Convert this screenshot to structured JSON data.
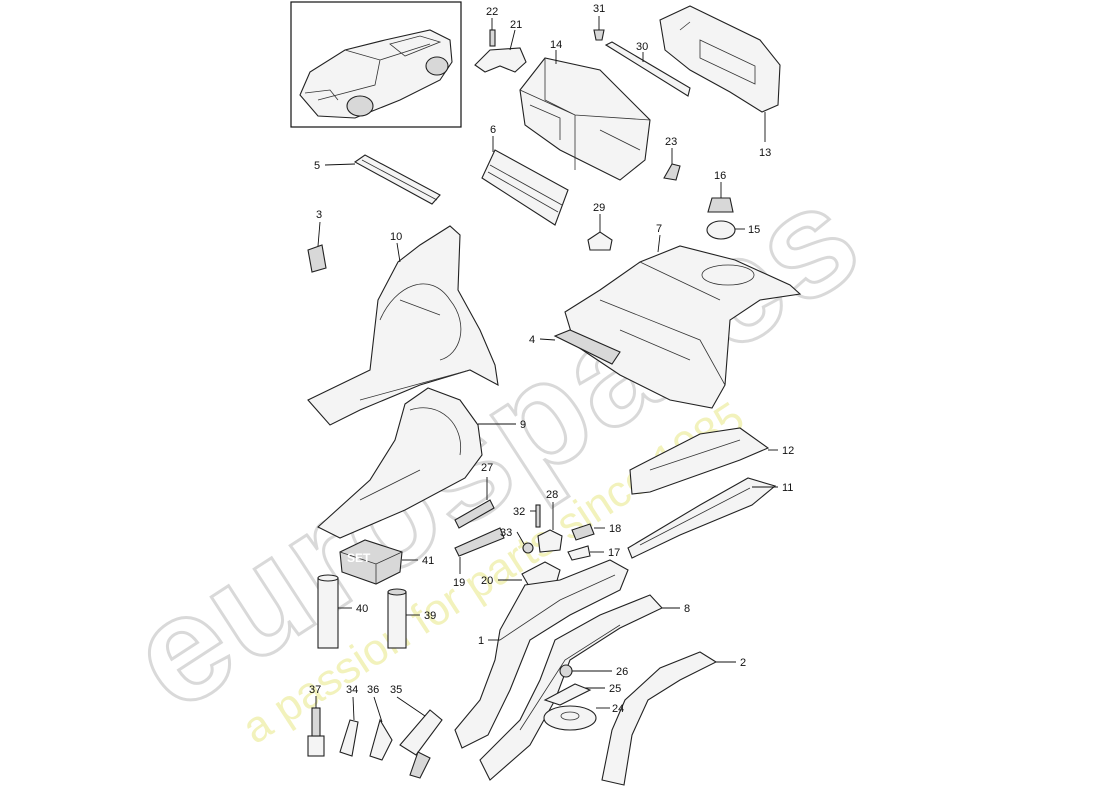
{
  "watermark": {
    "brand": "eurospares",
    "tagline": "a passion for parts since 1985"
  },
  "kit_label": "SET",
  "callouts": {
    "c1": "1",
    "c2": "2",
    "c3": "3",
    "c4": "4",
    "c5": "5",
    "c6": "6",
    "c7": "7",
    "c8": "8",
    "c9": "9",
    "c10": "10",
    "c11": "11",
    "c12": "12",
    "c13": "13",
    "c14": "14",
    "c15": "15",
    "c16": "16",
    "c17": "17",
    "c18": "18",
    "c19": "19",
    "c20": "20",
    "c21": "21",
    "c22": "22",
    "c23": "23",
    "c24": "24",
    "c25": "25",
    "c26": "26",
    "c27": "27",
    "c28": "28",
    "c29": "29",
    "c30": "30",
    "c31": "31",
    "c32": "32",
    "c33": "33",
    "c34": "34",
    "c35": "35",
    "c36": "36",
    "c37": "37",
    "c39": "39",
    "c40": "40",
    "c41": "41"
  },
  "colors": {
    "watermark_outline": "#d9d9d9",
    "watermark_tagline": "#eeeea6",
    "line": "#222222"
  }
}
